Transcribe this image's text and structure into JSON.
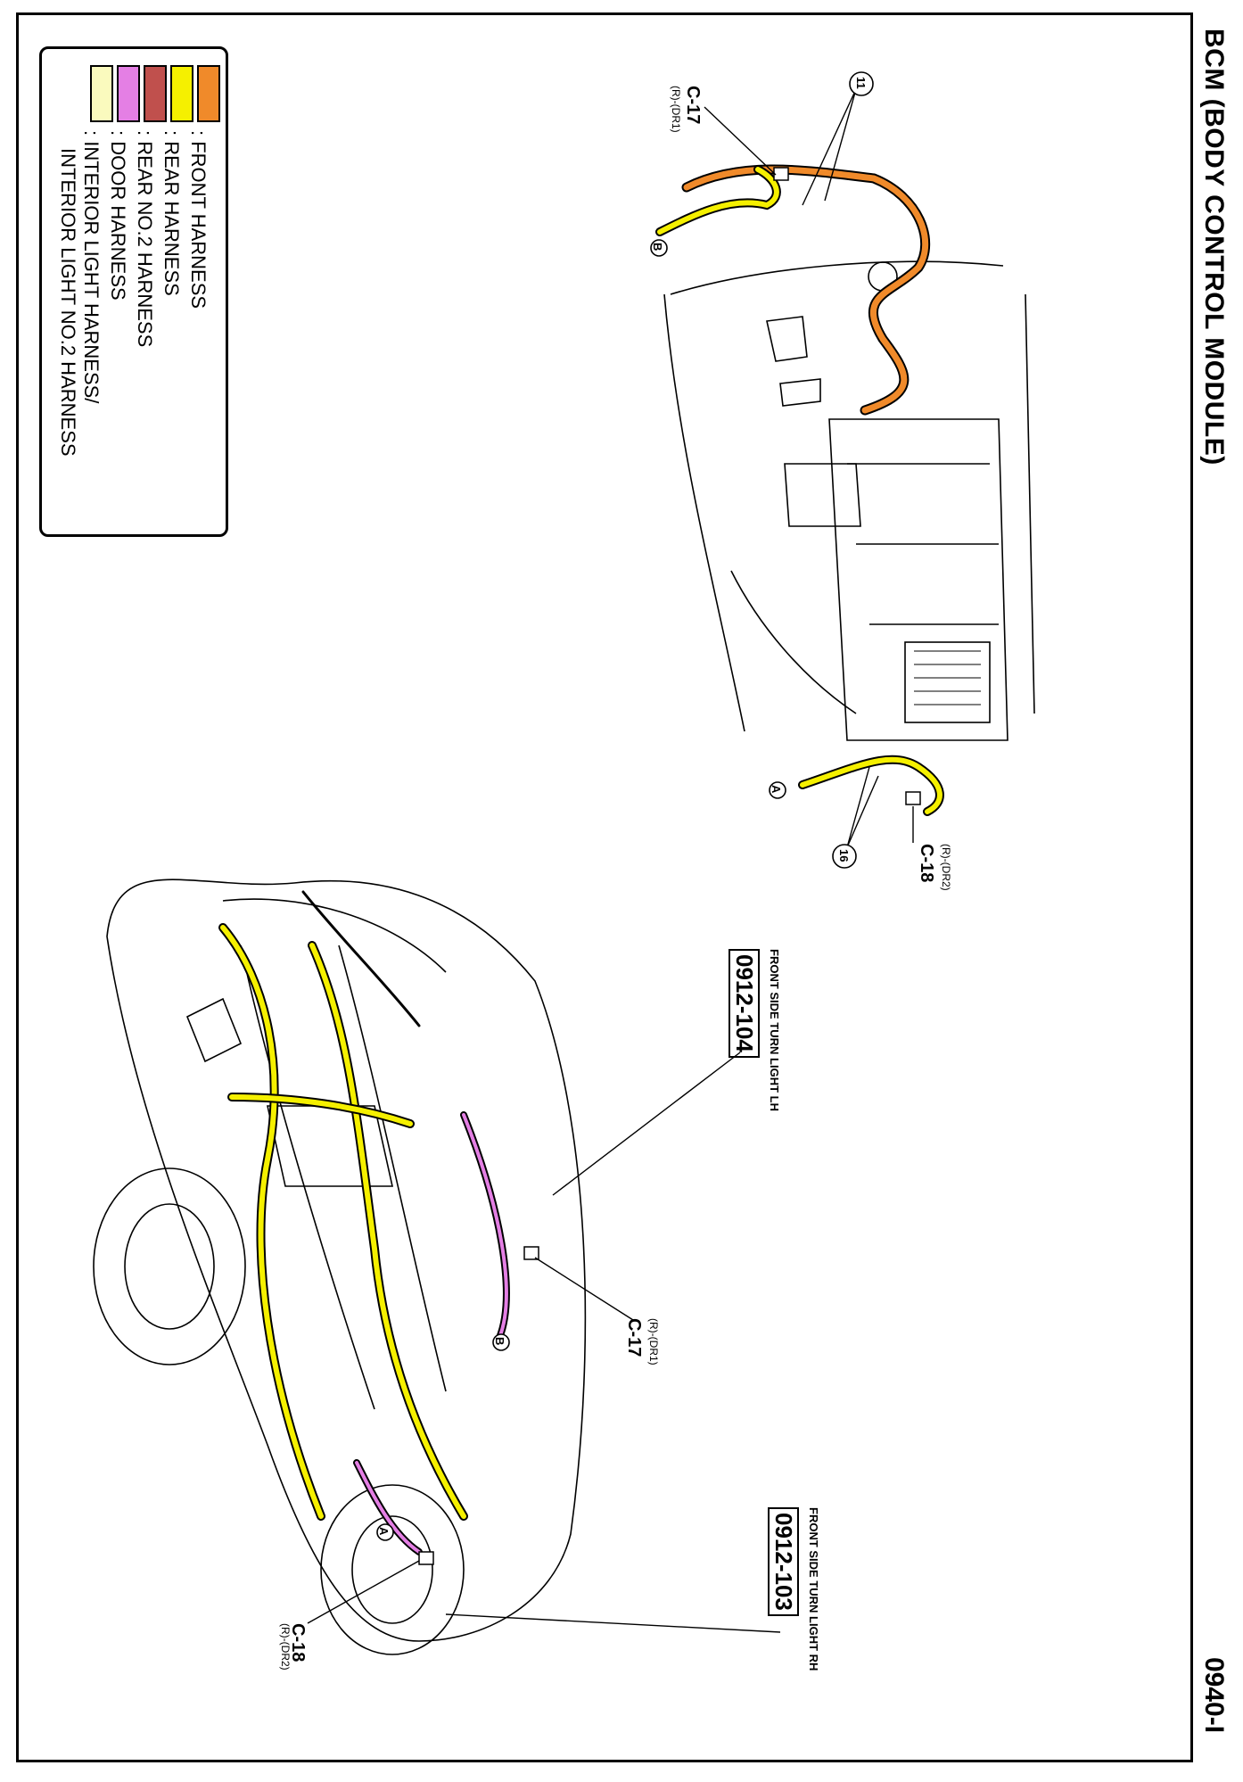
{
  "header": {
    "title": "BCM (BODY CONTROL MODULE)",
    "page_number": "0940-I"
  },
  "legend": {
    "items": [
      {
        "label": ": FRONT HARNESS",
        "color": "#f08a2a"
      },
      {
        "label": ": REAR HARNESS",
        "color": "#f5f000"
      },
      {
        "label": ": REAR NO.2 HARNESS",
        "color": "#c0504d"
      },
      {
        "label": ": DOOR HARNESS",
        "color": "#e47fe4"
      },
      {
        "label": ": INTERIOR LIGHT HARNESS/",
        "label2": "INTERIOR LIGHT NO.2 HARNESS",
        "color": "#fafabe"
      }
    ]
  },
  "callouts": {
    "c17_top": {
      "code": "C-17",
      "sub": "(R)-(DR1)"
    },
    "c18_top": {
      "code": "C-18",
      "sub": "(R)-(DR2)"
    },
    "c17_car": {
      "code": "C-17",
      "sub": "(R)-(DR1)"
    },
    "c18_car": {
      "code": "C-18",
      "sub": "(R)-(DR2)"
    },
    "ref11": "11",
    "ref16": "16",
    "mark_a": "A",
    "mark_b": "B"
  },
  "refs": {
    "lh": {
      "title": "FRONT SIDE TURN LIGHT LH",
      "code": "0912-104"
    },
    "rh": {
      "title": "FRONT SIDE TURN LIGHT RH",
      "code": "0912-103"
    }
  }
}
